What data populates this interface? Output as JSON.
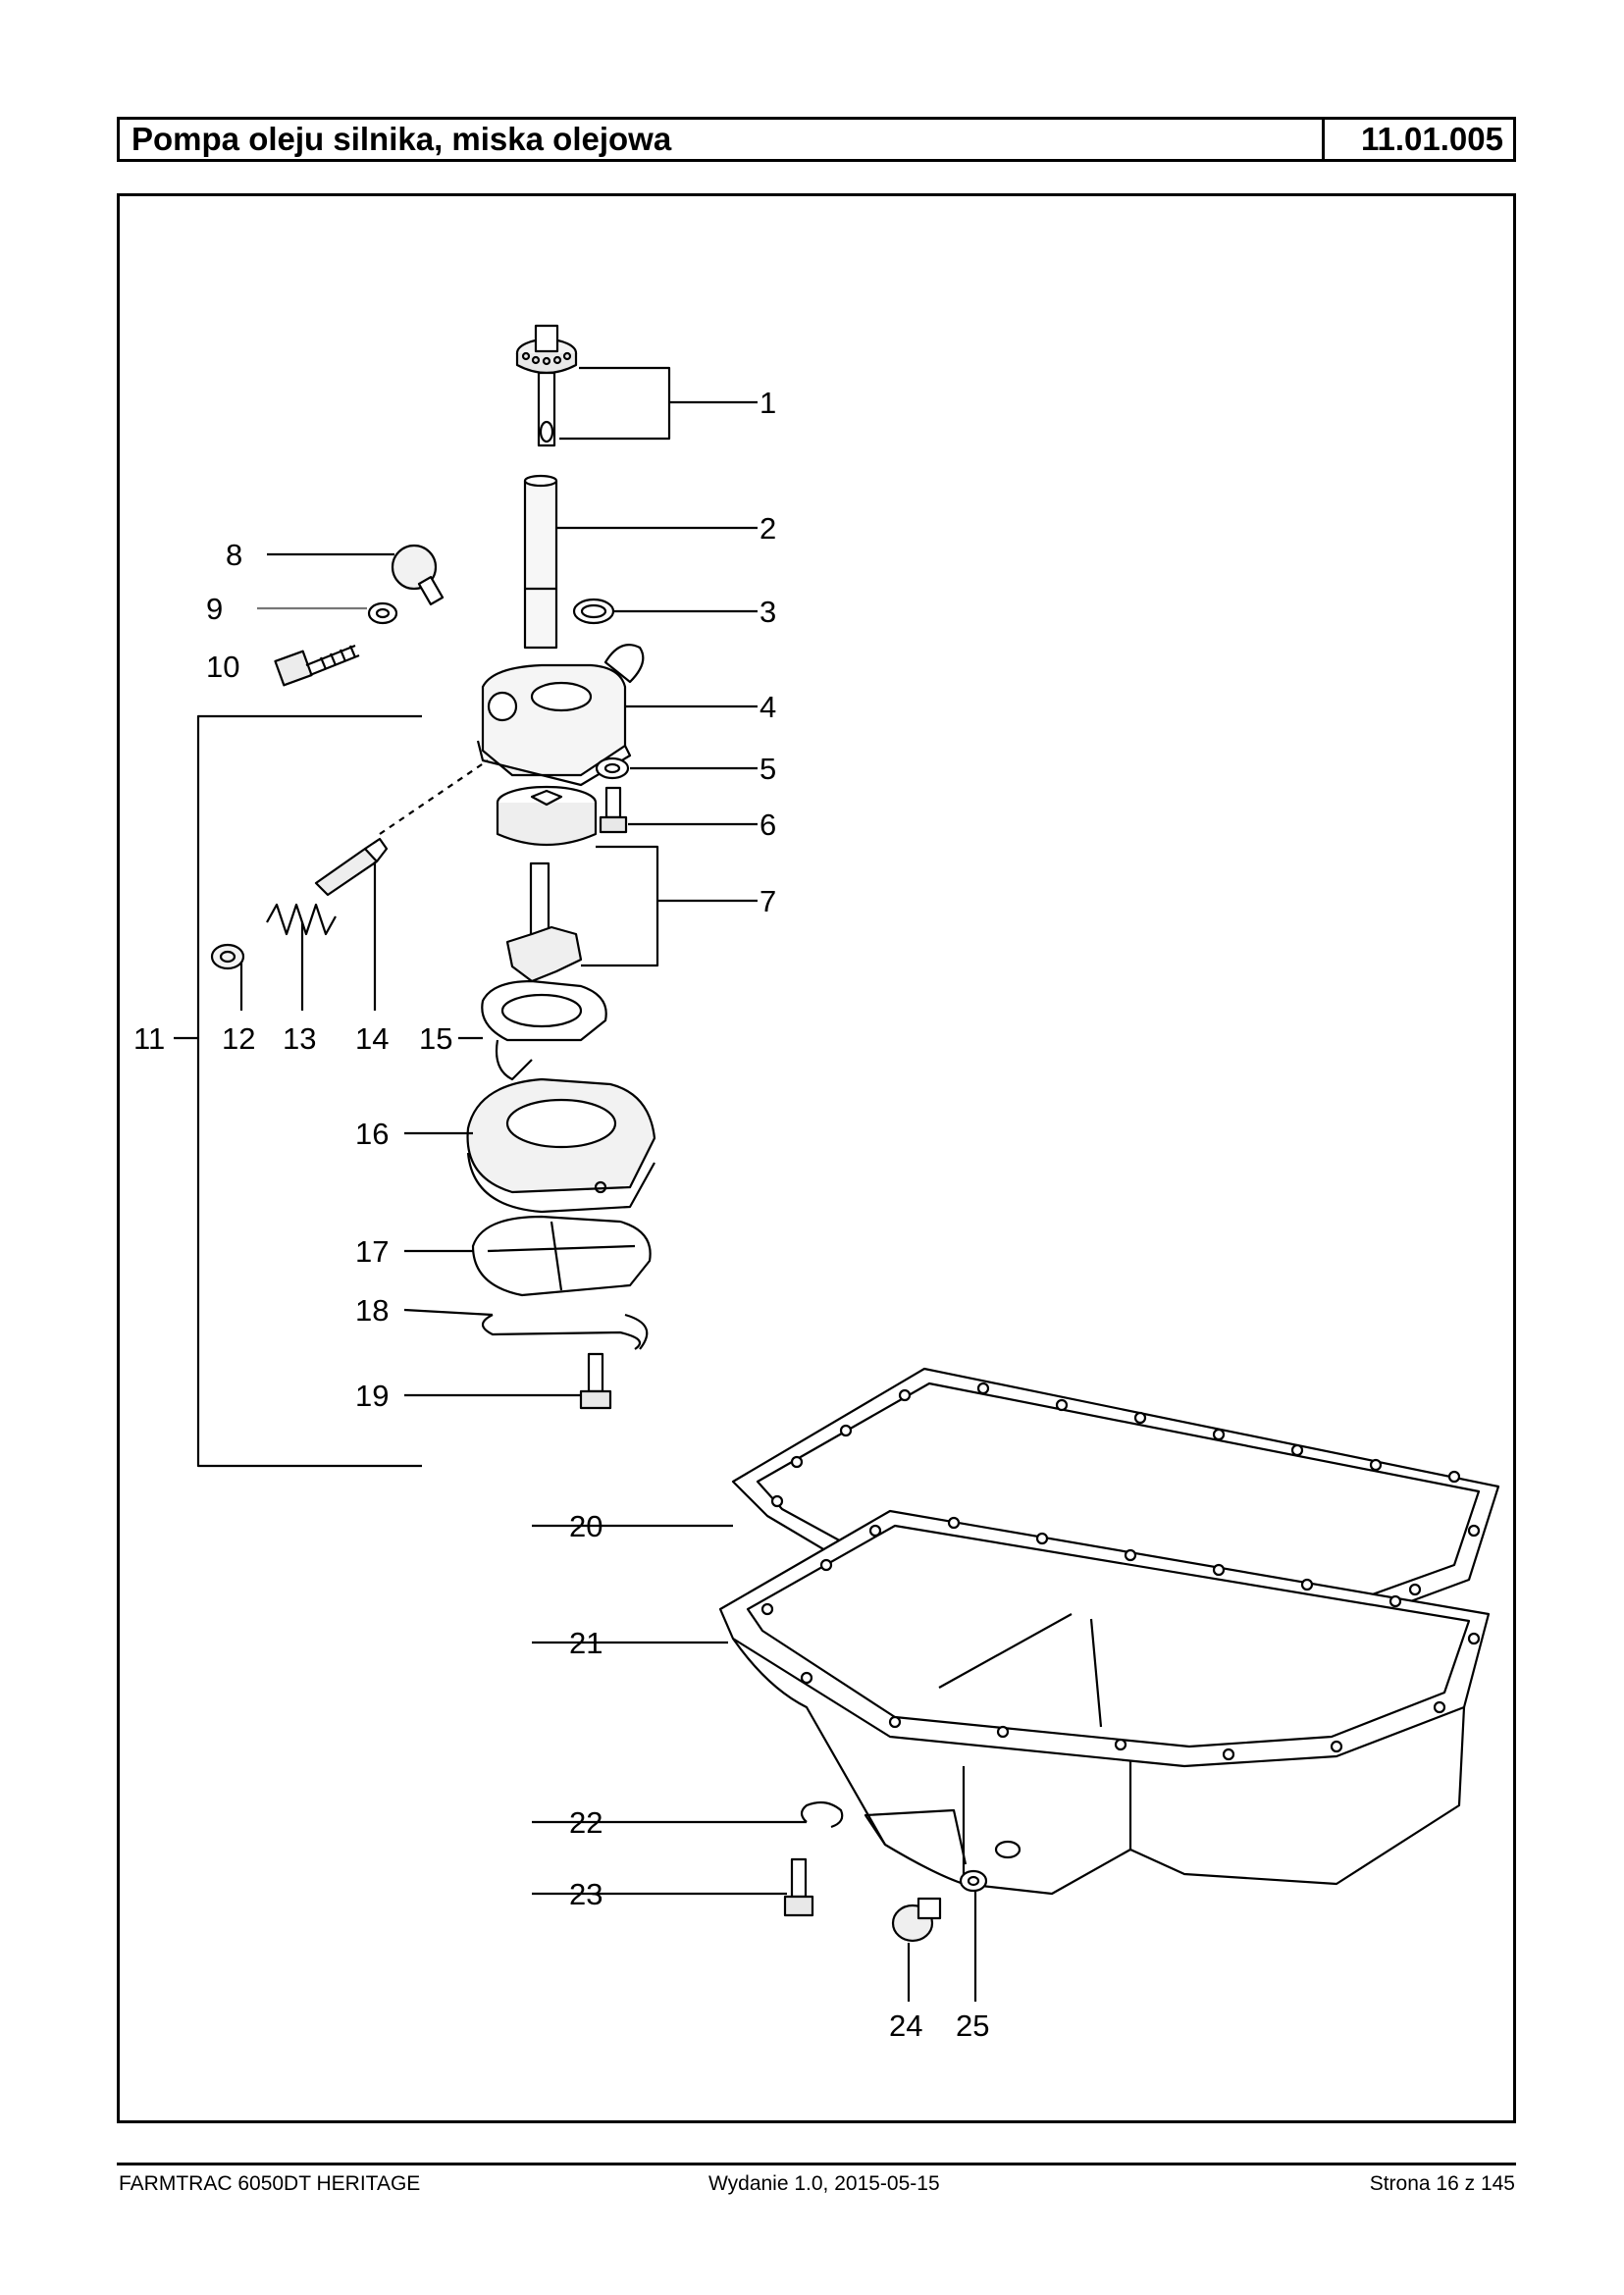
{
  "header": {
    "title": "Pompa oleju silnika, miska olejowa",
    "code": "11.01.005"
  },
  "diagram": {
    "callouts": [
      {
        "id": "1",
        "label": "1"
      },
      {
        "id": "2",
        "label": "2"
      },
      {
        "id": "3",
        "label": "3"
      },
      {
        "id": "4",
        "label": "4"
      },
      {
        "id": "5",
        "label": "5"
      },
      {
        "id": "6",
        "label": "6"
      },
      {
        "id": "7",
        "label": "7"
      },
      {
        "id": "8",
        "label": "8"
      },
      {
        "id": "9",
        "label": "9"
      },
      {
        "id": "10",
        "label": "10"
      },
      {
        "id": "11",
        "label": "11"
      },
      {
        "id": "12",
        "label": "12"
      },
      {
        "id": "13",
        "label": "13"
      },
      {
        "id": "14",
        "label": "14"
      },
      {
        "id": "15",
        "label": "15"
      },
      {
        "id": "16",
        "label": "16"
      },
      {
        "id": "17",
        "label": "17"
      },
      {
        "id": "18",
        "label": "18"
      },
      {
        "id": "19",
        "label": "19"
      },
      {
        "id": "20",
        "label": "20"
      },
      {
        "id": "21",
        "label": "21"
      },
      {
        "id": "22",
        "label": "22"
      },
      {
        "id": "23",
        "label": "23"
      },
      {
        "id": "24",
        "label": "24"
      },
      {
        "id": "25",
        "label": "25"
      }
    ]
  },
  "footer": {
    "left": "FARMTRAC 6050DT HERITAGE",
    "center": "Wydanie 1.0,  2015-05-15",
    "right": "Strona 16 z 145"
  }
}
